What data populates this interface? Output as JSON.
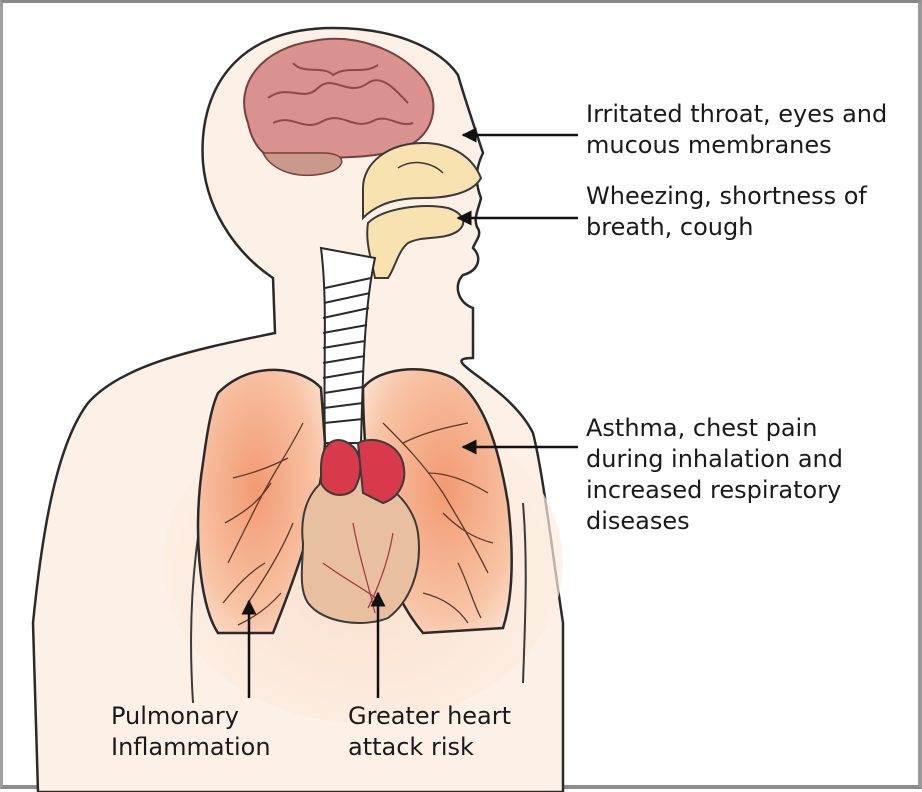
{
  "labels": {
    "throat": [
      "Irritated throat, eyes and",
      "mucous membranes"
    ],
    "wheezing": [
      "Wheezing, shortness of",
      "breath, cough"
    ],
    "asthma": [
      "Asthma, chest pain",
      "during inhalation and",
      "increased respiratory",
      "diseases"
    ],
    "pulmonary": [
      "Pulmonary",
      "Inflammation"
    ],
    "heart": [
      "Greater heart",
      "attack risk"
    ]
  },
  "colors": {
    "skin": "#fbe8da",
    "brain": "#d9928f",
    "lung": "#f6b08c",
    "heart_red": "#d83a4c",
    "heart_tan": "#e8c0a0",
    "trachea": "#ffffff",
    "nasal": "#f7e2b0",
    "arrow": "#111111"
  }
}
